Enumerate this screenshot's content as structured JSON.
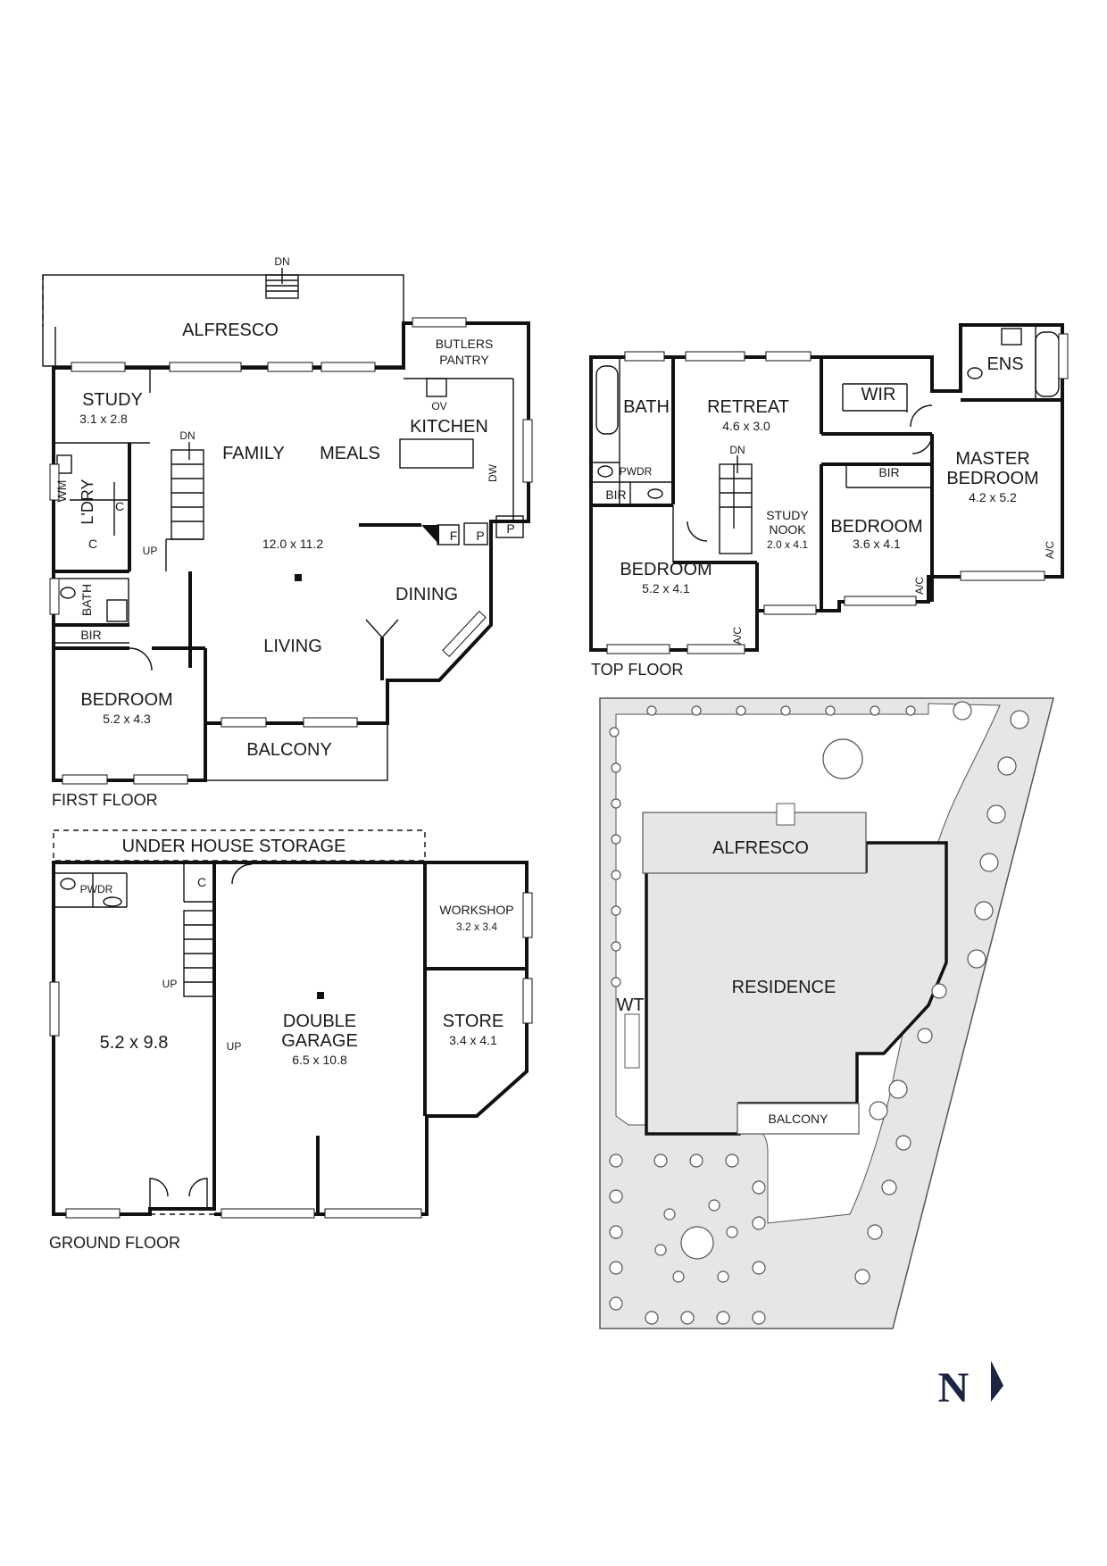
{
  "first_floor": {
    "caption": "FIRST FLOOR",
    "alfresco": "ALFRESCO",
    "dn_top": "DN",
    "butlers_pantry_l1": "BUTLERS",
    "butlers_pantry_l2": "PANTRY",
    "ov": "OV",
    "kitchen": "KITCHEN",
    "dw": "DW",
    "study": "STUDY",
    "study_dim": "3.1 x 2.8",
    "family": "FAMILY",
    "meals": "MEALS",
    "dn_stair": "DN",
    "wm": "WM",
    "laundry": "L'DRY",
    "c1": "C",
    "c2": "C",
    "up": "UP",
    "main_dim": "12.0 x 11.2",
    "f": "F",
    "p1": "P",
    "p2": "P",
    "bath": "BATH",
    "bir": "BIR",
    "dining": "DINING",
    "living": "LIVING",
    "bedroom": "BEDROOM",
    "bedroom_dim": "5.2 x 4.3",
    "balcony": "BALCONY"
  },
  "ground_floor": {
    "caption": "GROUND FLOOR",
    "under_house_storage": "UNDER HOUSE STORAGE",
    "pwdr": "PWDR",
    "c": "C",
    "workshop": "WORKSHOP",
    "workshop_dim": "3.2 x 3.4",
    "up1": "UP",
    "up2": "UP",
    "room_dim": "5.2 x 9.8",
    "double_garage_l1": "DOUBLE",
    "double_garage_l2": "GARAGE",
    "double_garage_dim": "6.5 x 10.8",
    "store": "STORE",
    "store_dim": "3.4 x 4.1"
  },
  "top_floor": {
    "caption": "TOP FLOOR",
    "bath": "BATH",
    "retreat": "RETREAT",
    "retreat_dim": "4.6 x 3.0",
    "wir": "WIR",
    "ens": "ENS",
    "pwdr": "PWDR",
    "dn": "DN",
    "bir1": "BIR",
    "bir2": "BIR",
    "master_l1": "MASTER",
    "master_l2": "BEDROOM",
    "master_dim": "4.2 x 5.2",
    "study_nook_l1": "STUDY",
    "study_nook_l2": "NOOK",
    "study_nook_dim": "2.0 x 4.1",
    "bedroom_a": "BEDROOM",
    "bedroom_a_dim": "3.6 x 4.1",
    "bedroom_b": "BEDROOM",
    "bedroom_b_dim": "5.2 x 4.1",
    "ac1": "A/C",
    "ac2": "A/C",
    "ac3": "A/C"
  },
  "site": {
    "alfresco": "ALFRESCO",
    "residence": "RESIDENCE",
    "wt": "WT",
    "balcony": "BALCONY"
  },
  "north": {
    "letter": "N"
  },
  "colors": {
    "line": "#111111",
    "grey_fill": "#e6e6e6",
    "north": "#1b2440"
  }
}
